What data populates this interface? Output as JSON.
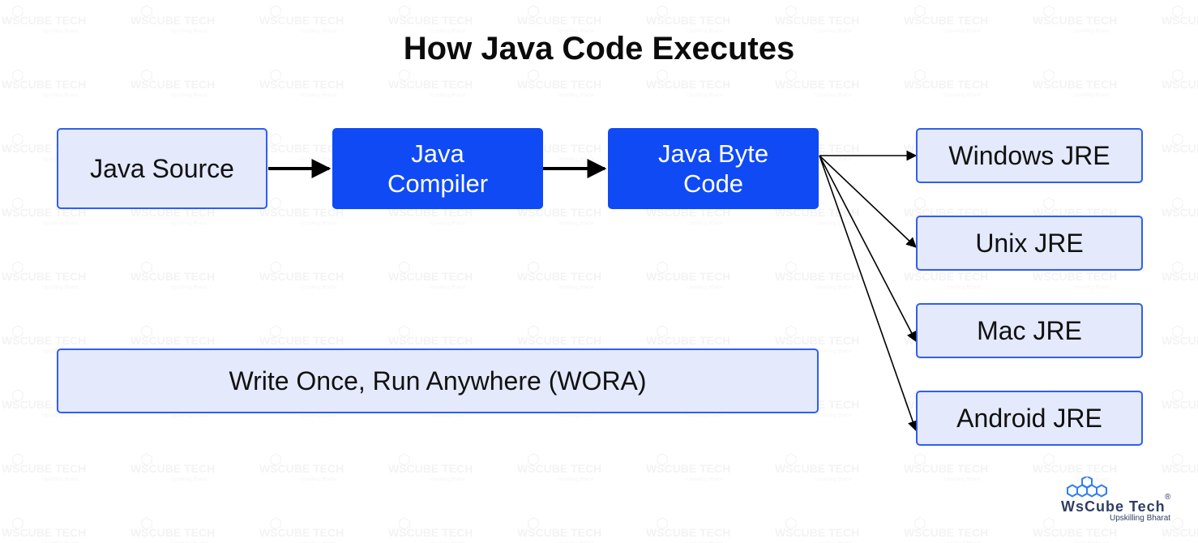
{
  "title": "How Java Code Executes",
  "nodes": {
    "java_source": "Java Source",
    "java_compiler": "Java\nCompiler",
    "java_byte_code": "Java Byte\nCode",
    "windows_jre": "Windows JRE",
    "unix_jre": "Unix JRE",
    "mac_jre": "Mac JRE",
    "android_jre": "Android JRE",
    "wora": "Write Once, Run Anywhere (WORA)"
  },
  "edges": [
    {
      "from": "java_source",
      "to": "java_compiler"
    },
    {
      "from": "java_compiler",
      "to": "java_byte_code"
    },
    {
      "from": "java_byte_code",
      "to": "windows_jre"
    },
    {
      "from": "java_byte_code",
      "to": "unix_jre"
    },
    {
      "from": "java_byte_code",
      "to": "mac_jre"
    },
    {
      "from": "java_byte_code",
      "to": "android_jre"
    }
  ],
  "logo": {
    "name": "WsCube Tech",
    "tagline": "Upskilling Bharat",
    "registered": "®",
    "icon": "hexagon-cluster-icon"
  },
  "watermark": {
    "name": "WsCube Tech",
    "tagline": "Upskilling Bharat"
  },
  "colors": {
    "accent": "#0f4af5",
    "box_fill": "#e4e9fb",
    "box_border": "#2f5ff2",
    "logo_blue": "#2f7ff2",
    "logo_text": "#2f3e63"
  }
}
